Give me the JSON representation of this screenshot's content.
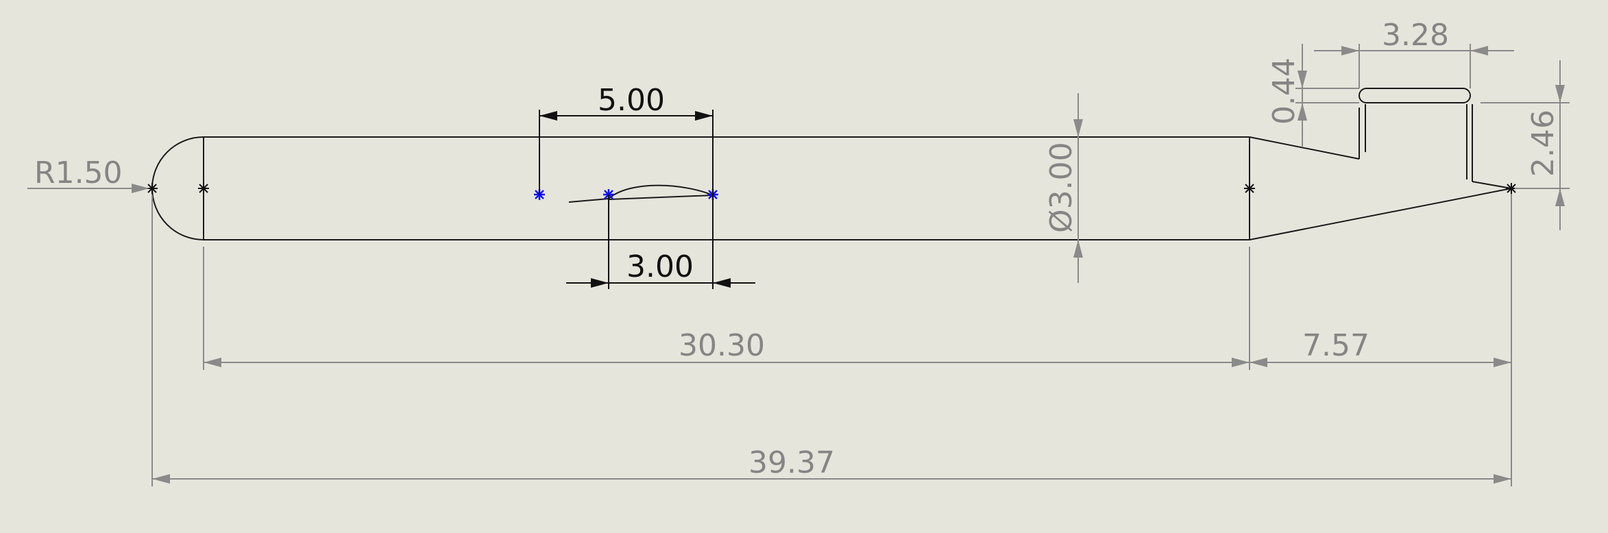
{
  "sketch": {
    "dimensions": {
      "radius": "R1.50",
      "sweep_length": "5.00",
      "spline_length": "3.00",
      "diameter": "Ø3.00",
      "body_length": "30.30",
      "tip_length": "7.57",
      "overall_length": "39.37",
      "slot_width": "3.28",
      "slot_offset": "0.44",
      "tip_height": "2.46"
    },
    "colors": {
      "background": "#e6e5dc",
      "geometry": "#1a1a1a",
      "driven_dimension": "#8a8a8a",
      "driving_dimension": "#111111",
      "selected_point": "#1010ee"
    }
  }
}
